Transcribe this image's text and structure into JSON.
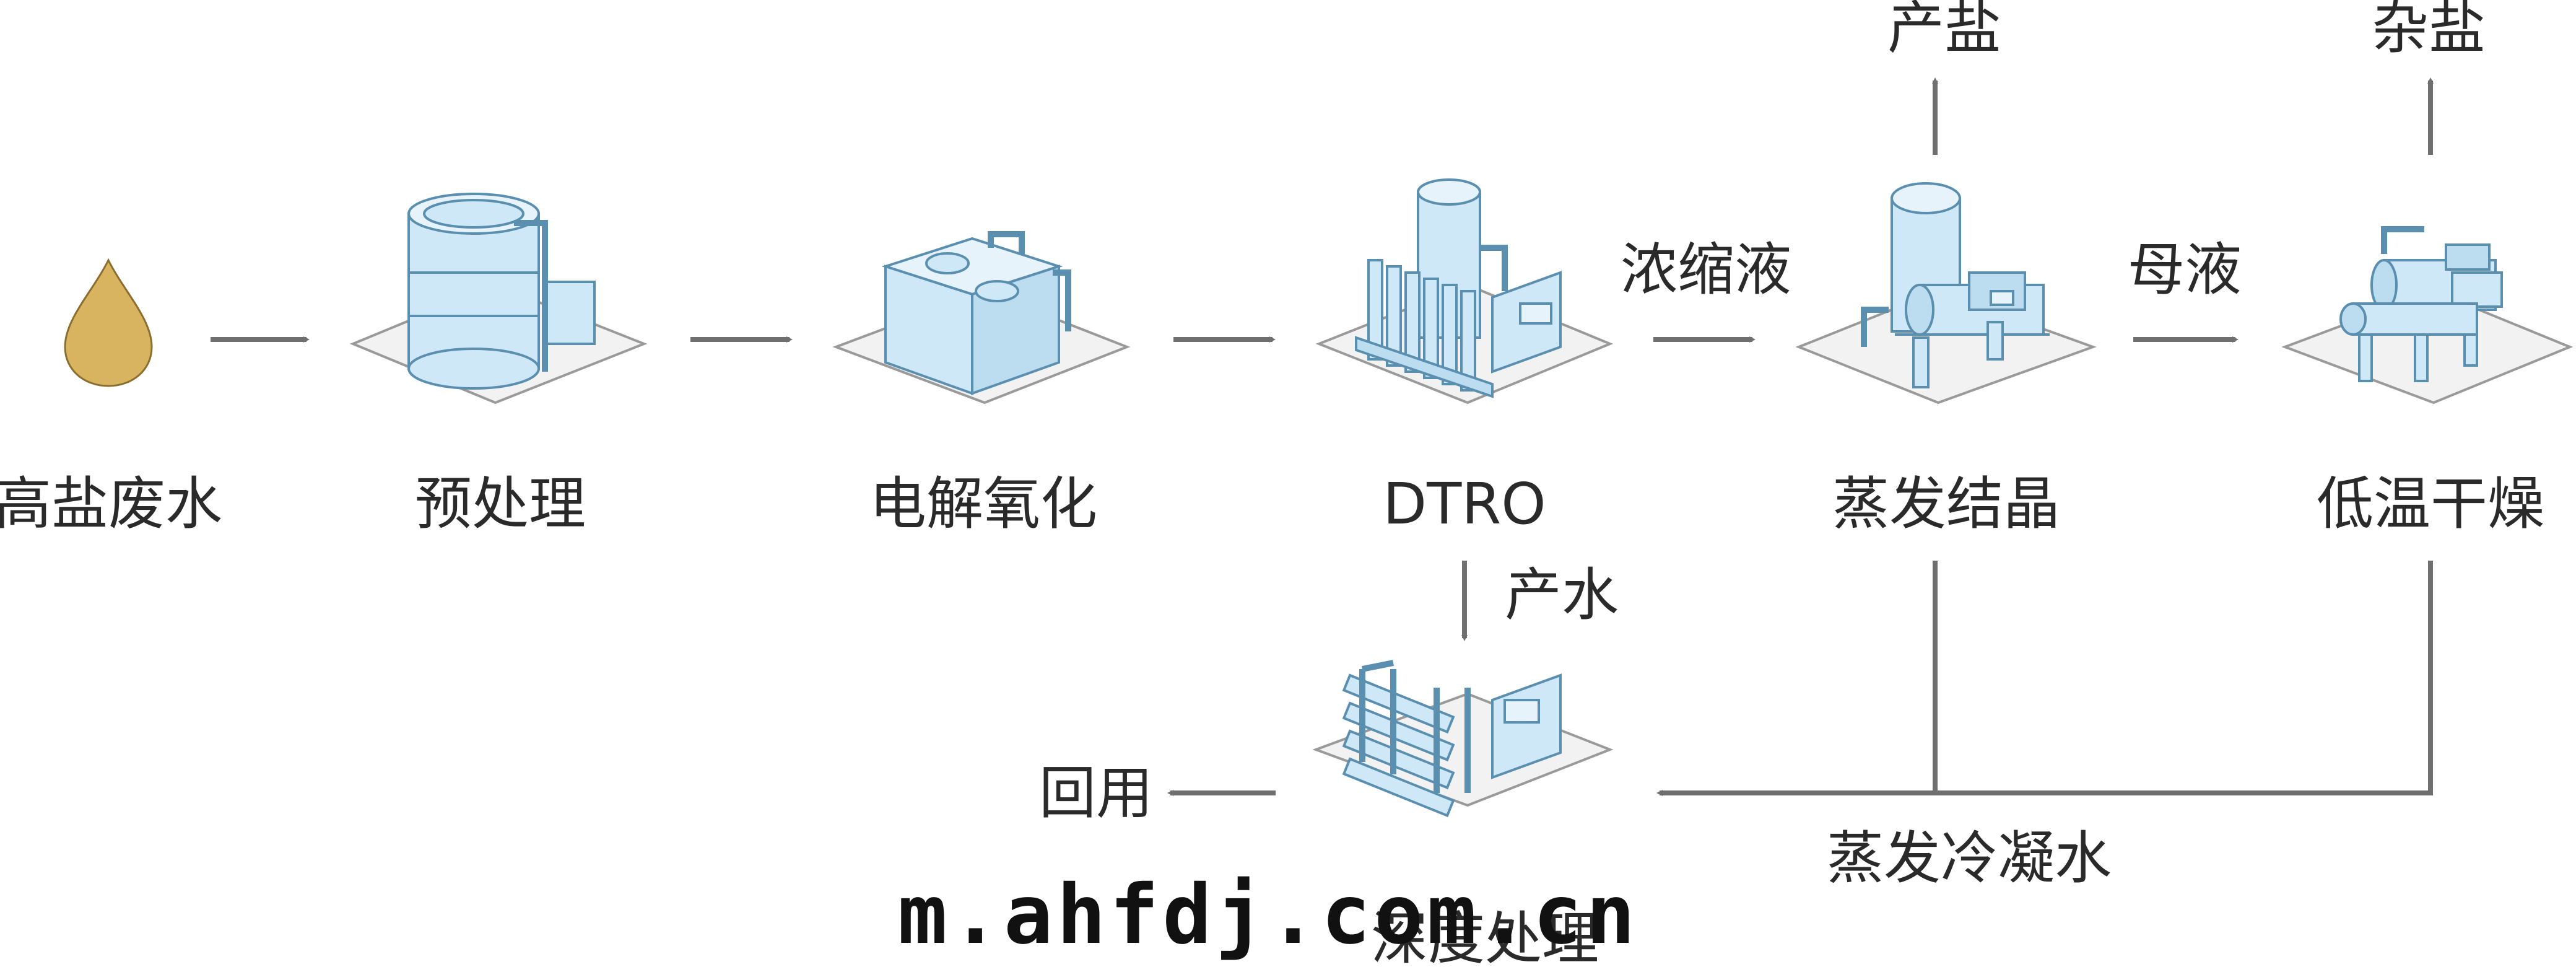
{
  "steps": {
    "input": "高盐废水",
    "pretreat": "预处理",
    "electro": "电解氧化",
    "dtro": "DTRO",
    "evap": "蒸发结晶",
    "dry": "低温干燥",
    "deep": "深度处理"
  },
  "flows": {
    "concentrate": "浓缩液",
    "mother_liquor": "母液",
    "product_water": "产水",
    "product_salt": "产盐",
    "mixed_salt": "杂盐",
    "reuse": "回用",
    "condensate": "蒸发冷凝水"
  },
  "watermark": "m.ahfdj.com.cn",
  "colors": {
    "equipment_fill": "#cfe8f7",
    "equipment_stroke": "#5b8fb0",
    "base_plate": "#f2f2f2",
    "arrow": "#6f6f6f",
    "drop": "#d9b460"
  }
}
